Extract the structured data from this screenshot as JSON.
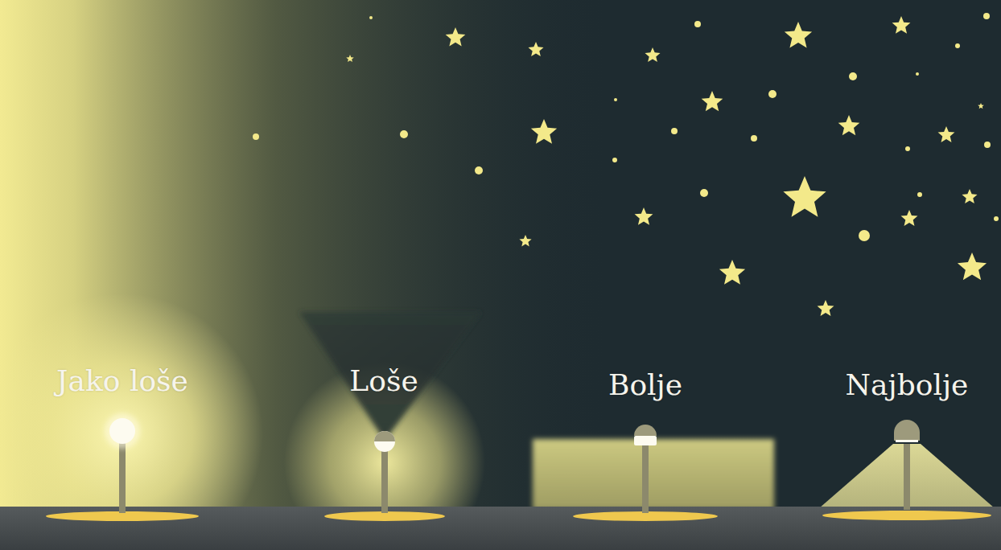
{
  "diagram": {
    "labels": [
      "Jako loše",
      "Loše",
      "Bolje",
      "Najbolje"
    ]
  }
}
